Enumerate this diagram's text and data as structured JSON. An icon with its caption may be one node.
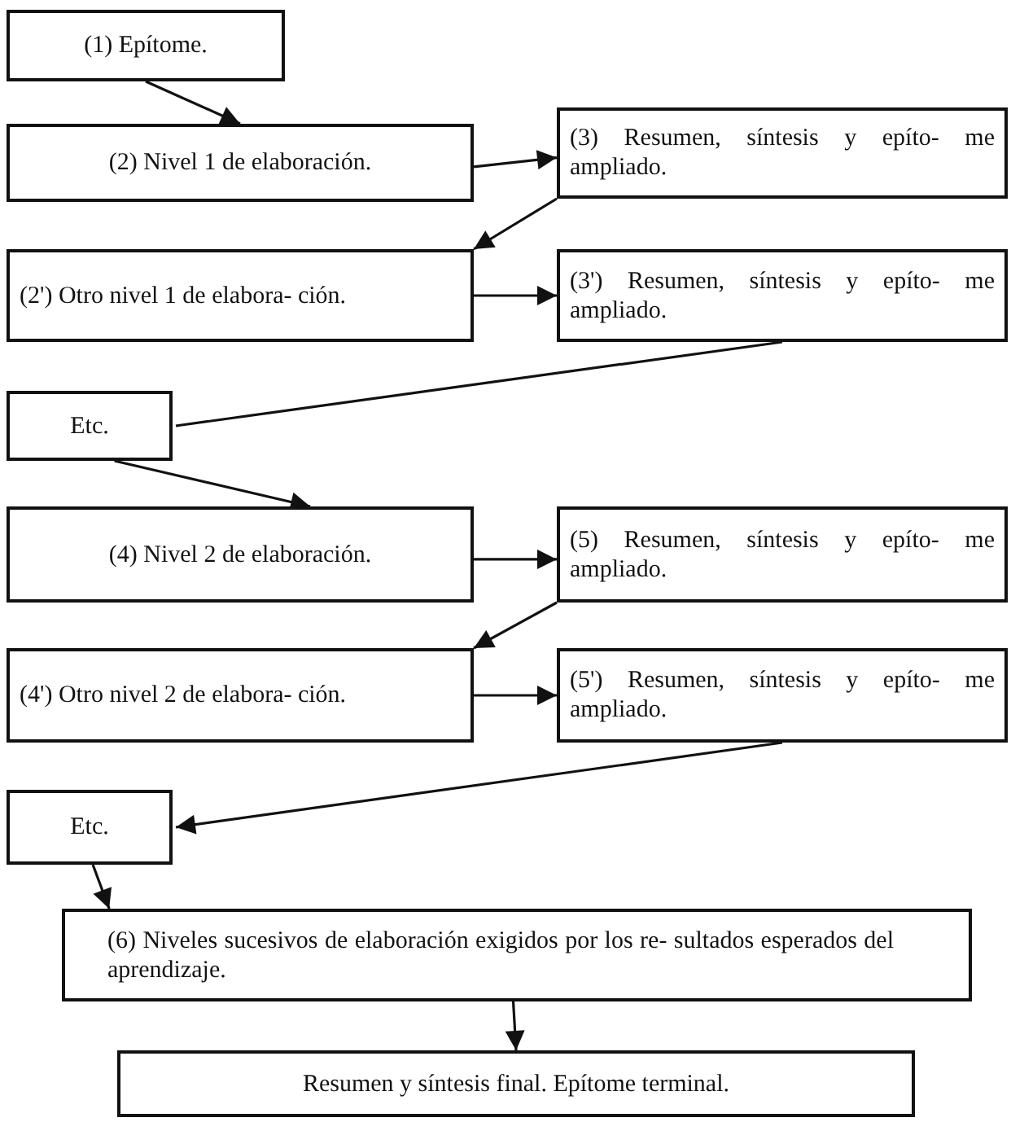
{
  "diagram": {
    "nodes": [
      {
        "text": [
          "(1) Epítome."
        ]
      },
      {
        "text": [
          "(2) Nivel 1 de elaboración."
        ]
      },
      {
        "text": [
          "(3) Resumen, síntesis y epíto- me ampliado."
        ]
      },
      {
        "text": [
          "(2') Otro nivel 1 de elabora- ción."
        ]
      },
      {
        "text": [
          "(3') Resumen, síntesis y epíto- me ampliado."
        ]
      },
      {
        "text": [
          "Etc."
        ]
      },
      {
        "text": [
          "(4) Nivel 2 de elaboración."
        ]
      },
      {
        "text": [
          "(5) Resumen, síntesis y epíto- me ampliado."
        ]
      },
      {
        "text": [
          "(4') Otro nivel 2 de elabora- ción."
        ]
      },
      {
        "text": [
          "(5') Resumen, síntesis y epíto- me ampliado."
        ]
      },
      {
        "text": [
          "Etc."
        ]
      },
      {
        "text": [
          "(6) Niveles sucesivos de elaboración exigidos por los re- sultados esperados del aprendizaje."
        ]
      },
      {
        "text": [
          "Resumen y síntesis final. Epítome terminal."
        ]
      }
    ],
    "edges": [
      {
        "from": 0,
        "to": 1,
        "arrow": "to"
      },
      {
        "from": 1,
        "to": 2,
        "arrow": "to"
      },
      {
        "from": 2,
        "to": 3,
        "arrow": "to"
      },
      {
        "from": 3,
        "to": 4,
        "arrow": "to"
      },
      {
        "from": 4,
        "to": 5,
        "arrow": "none"
      },
      {
        "from": 5,
        "to": 6,
        "arrow": "to"
      },
      {
        "from": 6,
        "to": 7,
        "arrow": "to"
      },
      {
        "from": 7,
        "to": 8,
        "arrow": "to"
      },
      {
        "from": 8,
        "to": 9,
        "arrow": "to"
      },
      {
        "from": 9,
        "to": 10,
        "arrow": "to"
      },
      {
        "from": 10,
        "to": 11,
        "arrow": "to"
      },
      {
        "from": 11,
        "to": 12,
        "arrow": "to"
      }
    ]
  }
}
